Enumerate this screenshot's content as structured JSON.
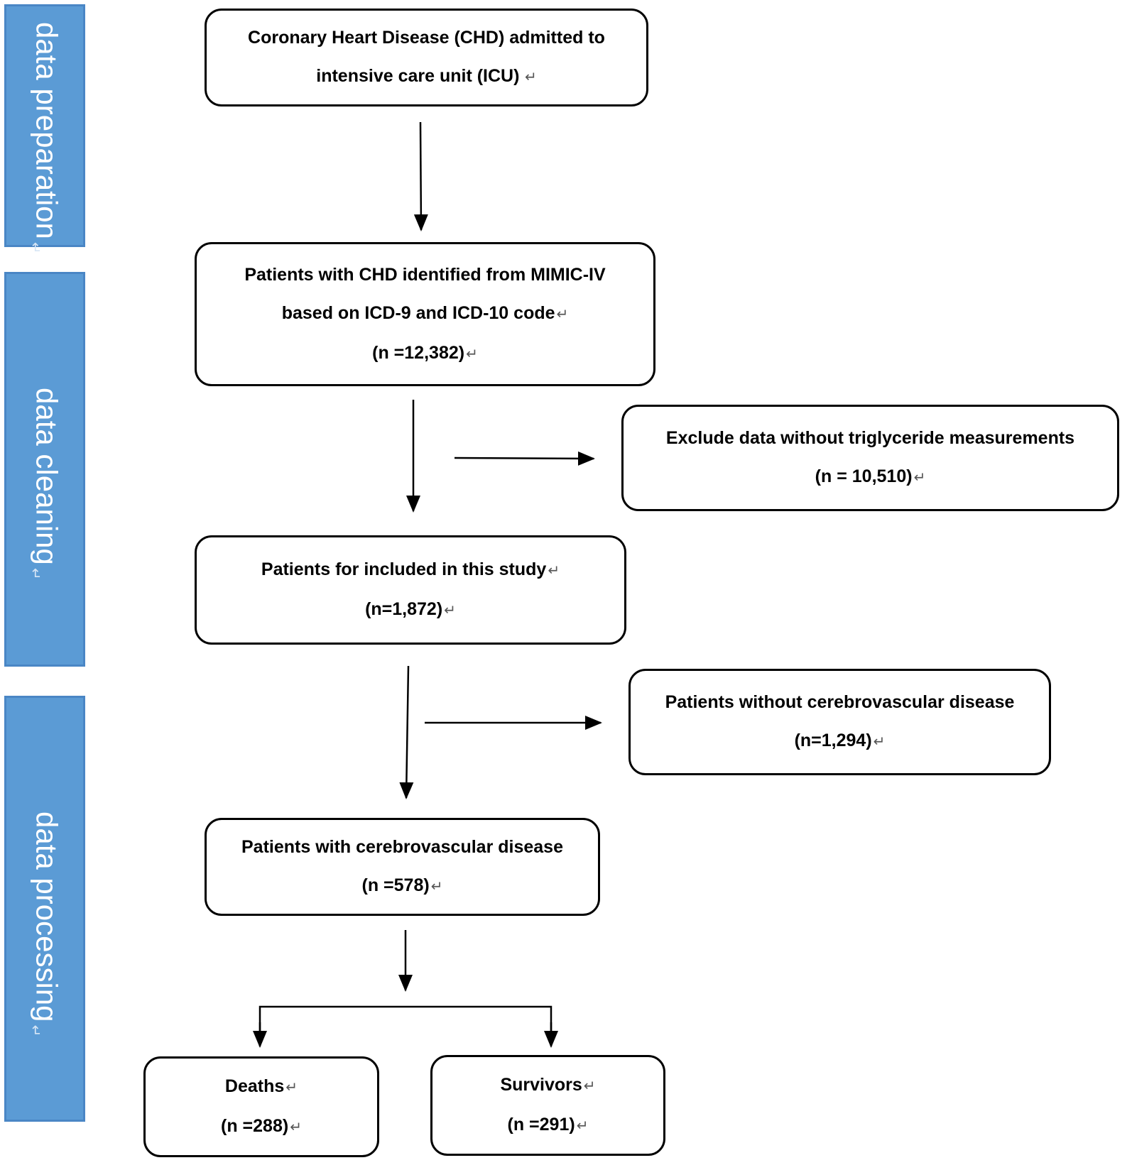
{
  "colors": {
    "phase_bar": "#5b9bd5",
    "box_border": "#000000",
    "arrow": "#000000"
  },
  "phases": [
    {
      "label": "data preparation"
    },
    {
      "label": "data cleaning"
    },
    {
      "label": "data processing"
    }
  ],
  "boxes": {
    "icu": {
      "lines": [
        "Coronary Heart Disease (CHD) admitted to",
        "intensive care unit (ICU)"
      ]
    },
    "mimic": {
      "lines": [
        "Patients with CHD identified from MIMIC-IV",
        "based on ICD-9 and ICD-10 code",
        "(n =12,382)"
      ]
    },
    "exclude": {
      "lines": [
        "Exclude data without triglyceride measurements",
        "(n = 10,510)"
      ]
    },
    "included": {
      "lines": [
        "Patients for included in this study",
        "(n=1,872)"
      ]
    },
    "without": {
      "lines": [
        "Patients without cerebrovascular disease",
        "(n=1,294)"
      ]
    },
    "with": {
      "lines": [
        "Patients with cerebrovascular disease",
        "(n =578)"
      ]
    },
    "deaths": {
      "lines": [
        "Deaths",
        "(n =288)"
      ]
    },
    "survivors": {
      "lines": [
        "Survivors",
        "(n =291)"
      ]
    }
  }
}
